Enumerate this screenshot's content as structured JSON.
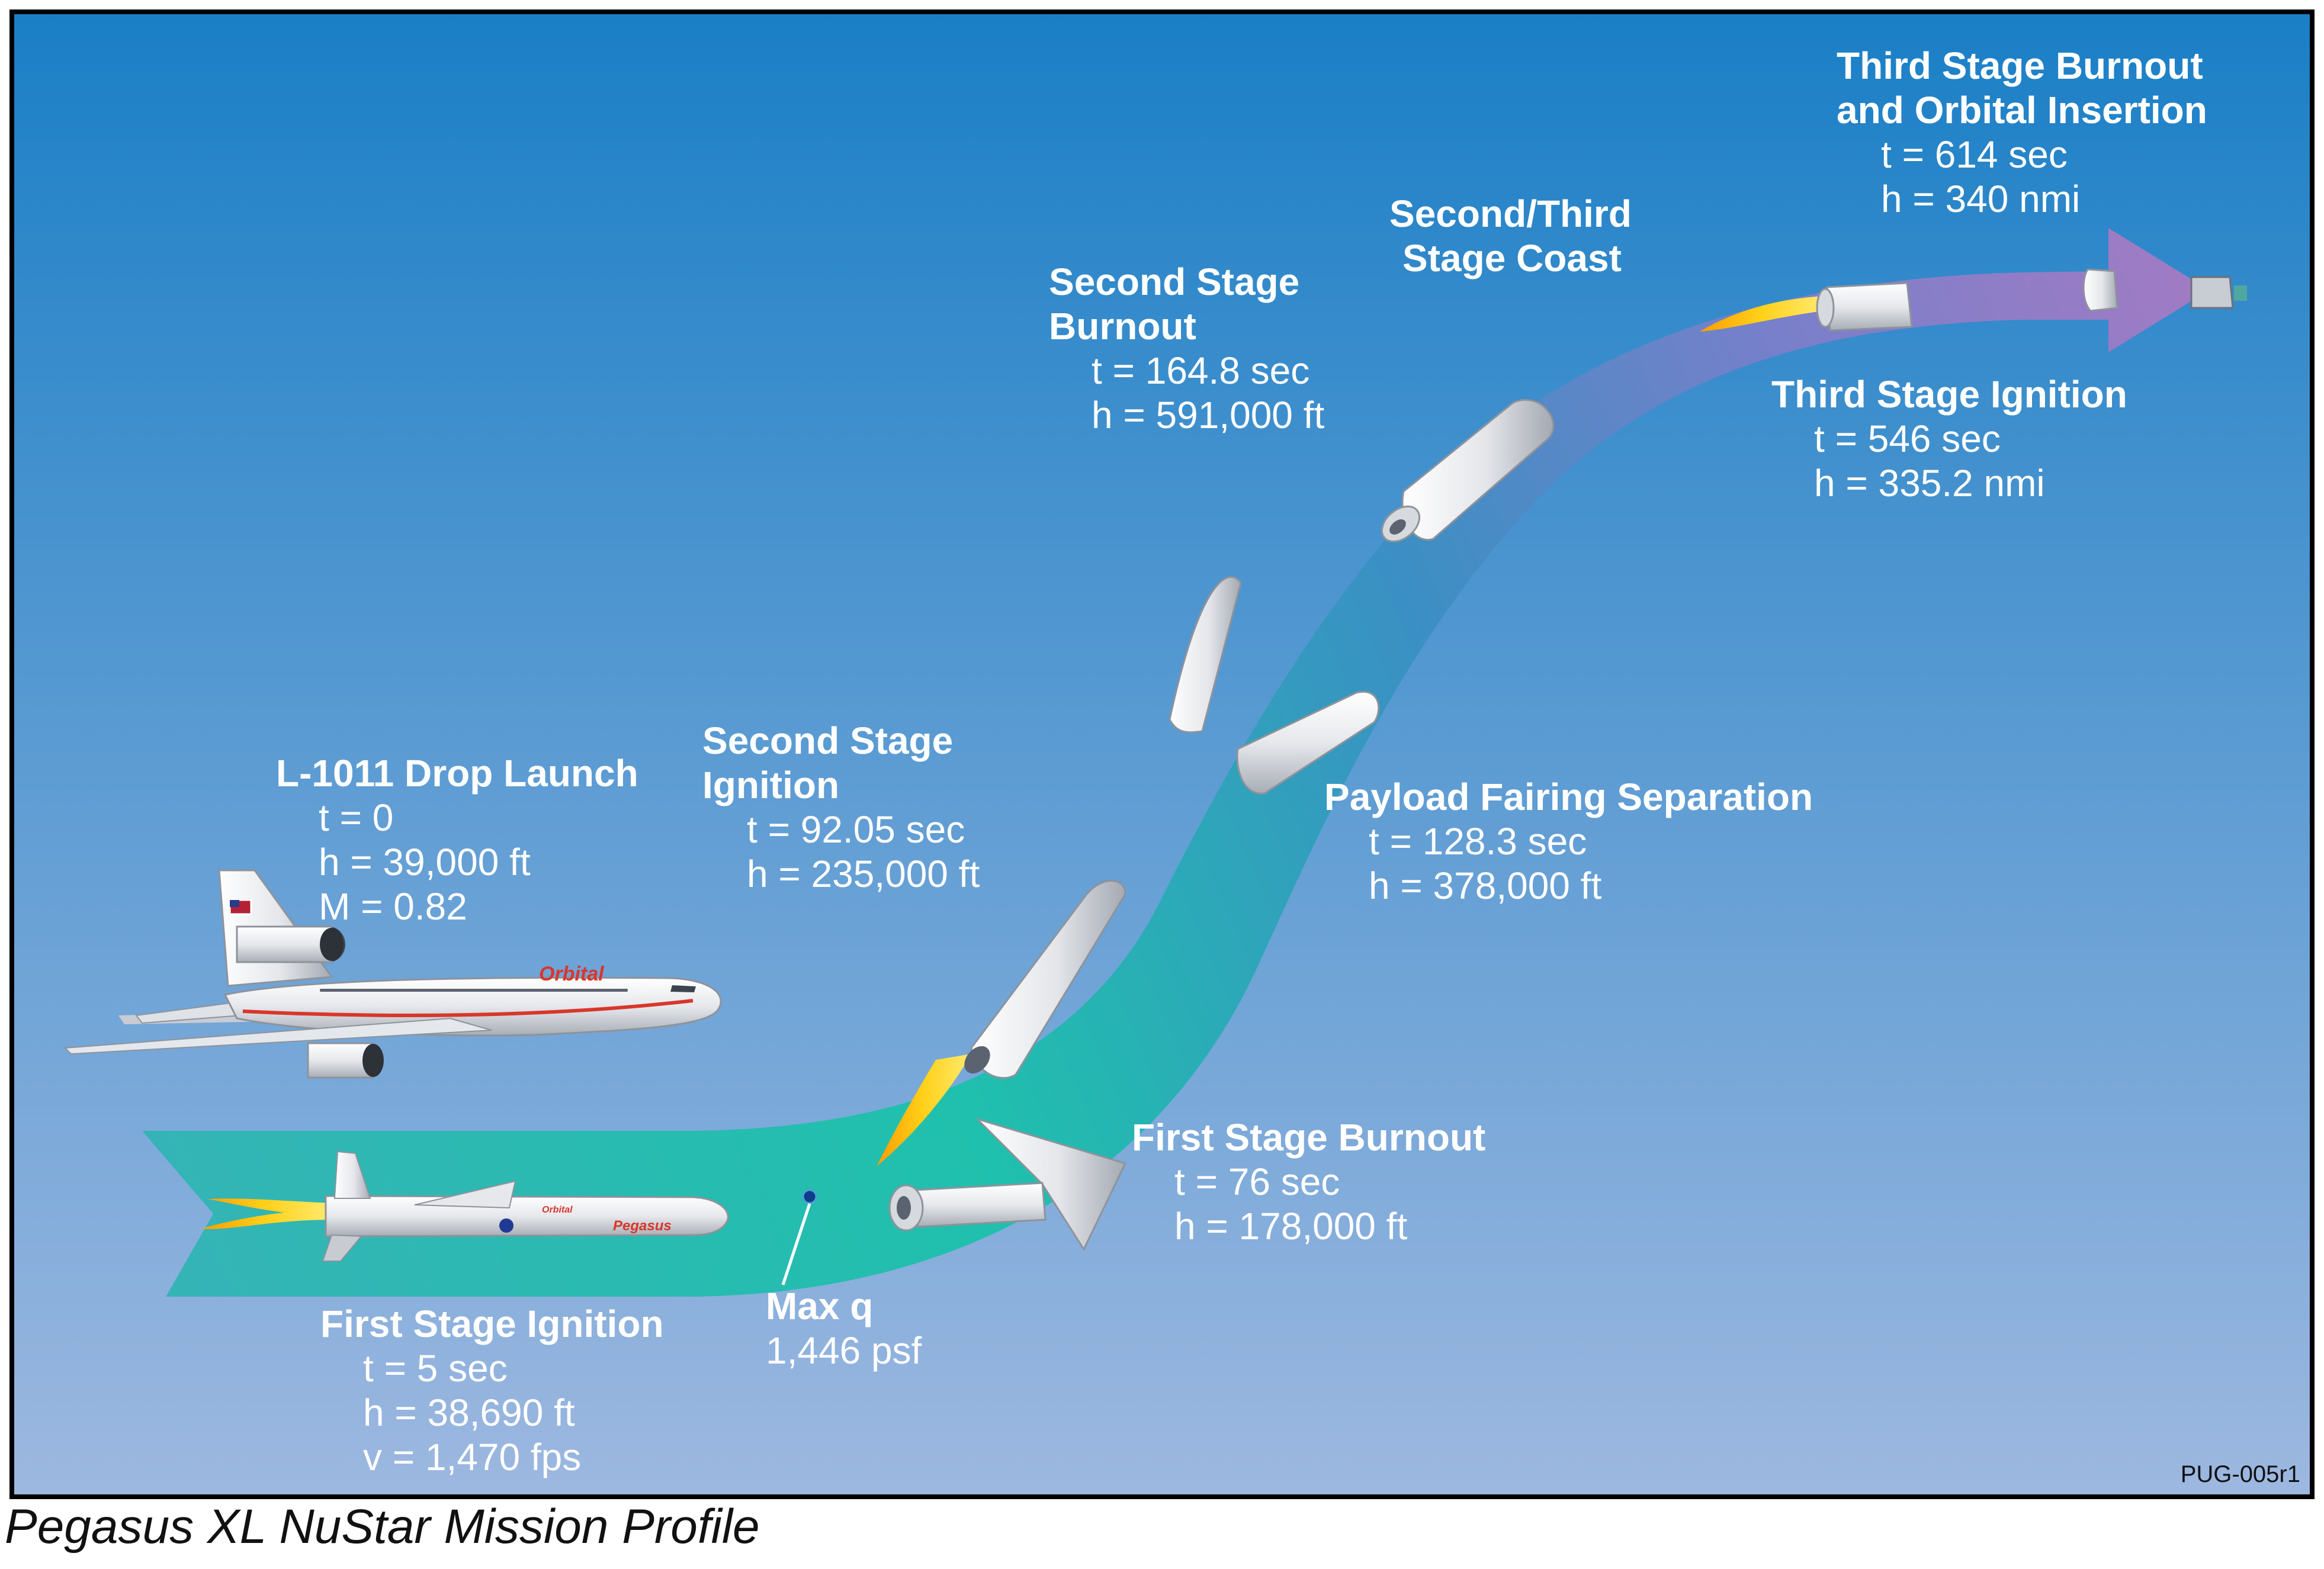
{
  "figure": {
    "caption": "Pegasus XL NuStar Mission Profile",
    "code": "PUG-005r1"
  },
  "colors": {
    "sky_top": "#1a7fc6",
    "sky_bottom": "#9db8e0",
    "path_start": "#1fb8a8",
    "path_end": "#9b7bc6",
    "flame": "#ffd11a",
    "text": "#ffffff",
    "stripe": "#d9362b"
  },
  "events": {
    "drop_launch": {
      "title": "L-1011 Drop Launch",
      "lines": [
        "t = 0",
        "h = 39,000 ft",
        "M = 0.82"
      ]
    },
    "first_stage_ignition": {
      "title": "First Stage Ignition",
      "lines": [
        "t = 5 sec",
        "h = 38,690 ft",
        "v = 1,470 fps"
      ]
    },
    "max_q": {
      "title": "Max q",
      "lines": [
        "1,446 psf"
      ]
    },
    "first_stage_burnout": {
      "title": "First Stage Burnout",
      "lines": [
        "t = 76 sec",
        "h = 178,000 ft"
      ]
    },
    "second_stage_ignition": {
      "title_lines": [
        "Second Stage",
        "Ignition"
      ],
      "lines": [
        "t = 92.05 sec",
        "h = 235,000 ft"
      ]
    },
    "fairing_separation": {
      "title": "Payload Fairing Separation",
      "lines": [
        "t = 128.3 sec",
        "h = 378,000 ft"
      ]
    },
    "second_stage_burnout": {
      "title_lines": [
        "Second Stage",
        "Burnout"
      ],
      "lines": [
        "t = 164.8 sec",
        "h = 591,000 ft"
      ]
    },
    "coast": {
      "title_lines": [
        "Second/Third",
        "Stage Coast"
      ]
    },
    "third_stage_ignition": {
      "title": "Third Stage Ignition",
      "lines": [
        "t = 546 sec",
        "h = 335.2 nmi"
      ]
    },
    "orbital_insertion": {
      "title_lines": [
        "Third Stage Burnout",
        "and Orbital Insertion"
      ],
      "lines": [
        "t = 614 sec",
        "h = 340 nmi"
      ]
    }
  },
  "logos": {
    "aircraft_brand": "Orbital",
    "rocket_brand": "Pegasus",
    "rocket_brand_small": "Orbital"
  }
}
